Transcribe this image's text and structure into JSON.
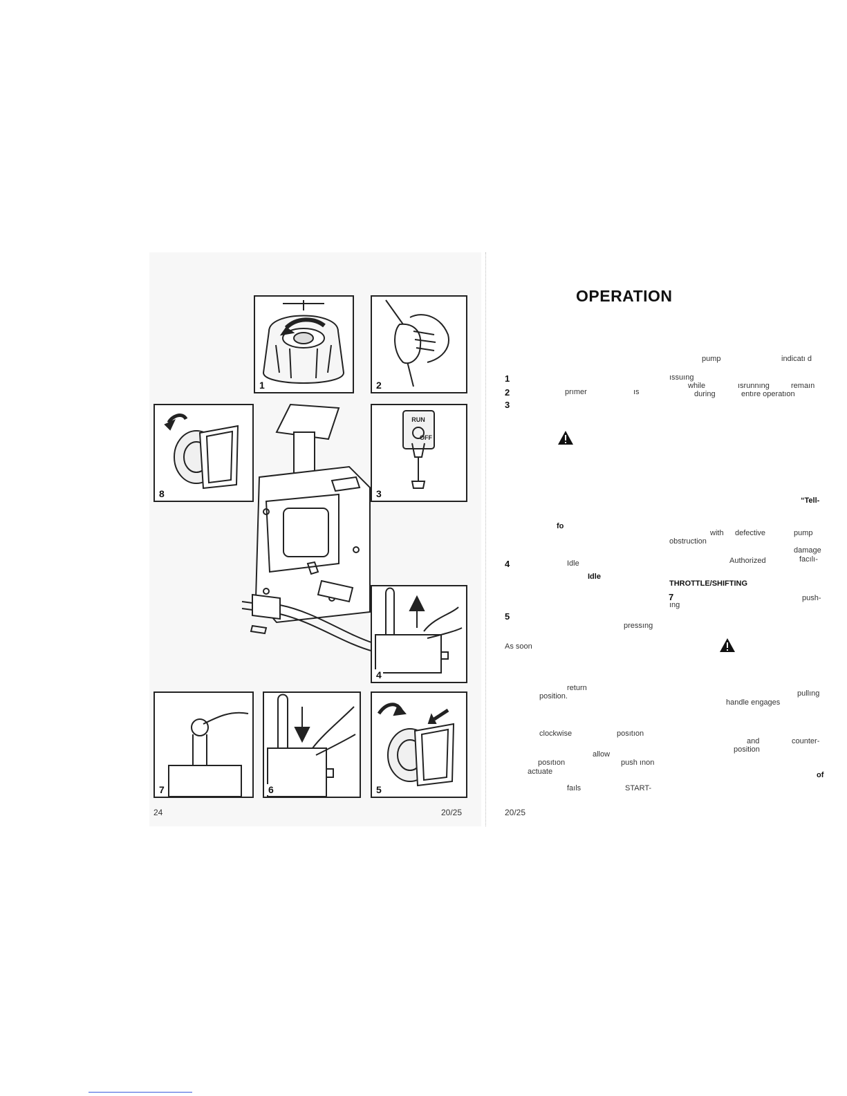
{
  "header": {
    "title": "OPERATION"
  },
  "figure": {
    "panels": [
      "1",
      "2",
      "3",
      "4",
      "5",
      "6",
      "7",
      "8"
    ],
    "switch_labels": {
      "run": "RUN",
      "off": "OFF"
    }
  },
  "footer": {
    "left_page": "24",
    "left_code": "20/25",
    "right_code": "20/25"
  },
  "text": {
    "numbers": [
      "1",
      "2",
      "3",
      "4",
      "5",
      "7"
    ],
    "fragments": {
      "pump": "pump",
      "indicated": "indicatı d",
      "issuing": "ıssuıng",
      "while": "while",
      "isrunning": "ısrunnıng",
      "remain": "remaın",
      "primer": "prımer",
      "is": "ıs",
      "during": "during",
      "entire_operation": "entıre operatıon",
      "tell": "“Tell-",
      "fo": "fo",
      "with": "with",
      "defective": "defective",
      "pump2": "pump",
      "obstruction": "obstruction",
      "damage": "damage",
      "idle1": "Idle",
      "authorized": "Authorized",
      "facili": "facılı-",
      "idle2": "Idle",
      "throttle": "THROTTLE/SHIFTING",
      "push": "push-",
      "ing": "ıng",
      "pressing": "pressıng",
      "as_soon": "As soon",
      "return": "return",
      "pulling": "pullıng",
      "position1": "position.",
      "handle_engages": "handle engages",
      "clockwise": "clockwise",
      "position2": "posıtıon",
      "and": "and",
      "counter": "counter-",
      "position3": "position",
      "allow": "allow",
      "position4": "posıtıon",
      "push_in_on": "push ınon",
      "actuate": "actuate",
      "of": "of",
      "fails": "faıls",
      "start": "START-"
    }
  }
}
